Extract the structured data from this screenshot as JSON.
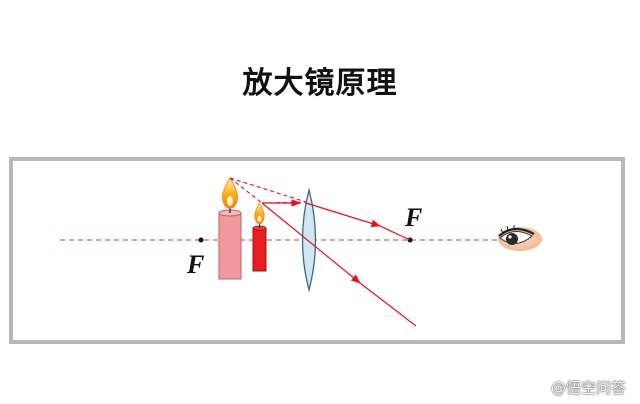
{
  "title": "放大镜原理",
  "focal_label_left": "F",
  "focal_label_right": "F",
  "watermark": "@悟空问答",
  "colors": {
    "axis": "#e06060",
    "ray": "#e8101e",
    "lens_fill": "#cfe8f2",
    "candle_large": "#f09aa0",
    "candle_small": "#e61e24",
    "eye_skin": "#f2c7a8"
  },
  "icons": [
    "candle-large",
    "candle-small",
    "convex-lens",
    "eye-icon",
    "watermark-logo-icon"
  ]
}
